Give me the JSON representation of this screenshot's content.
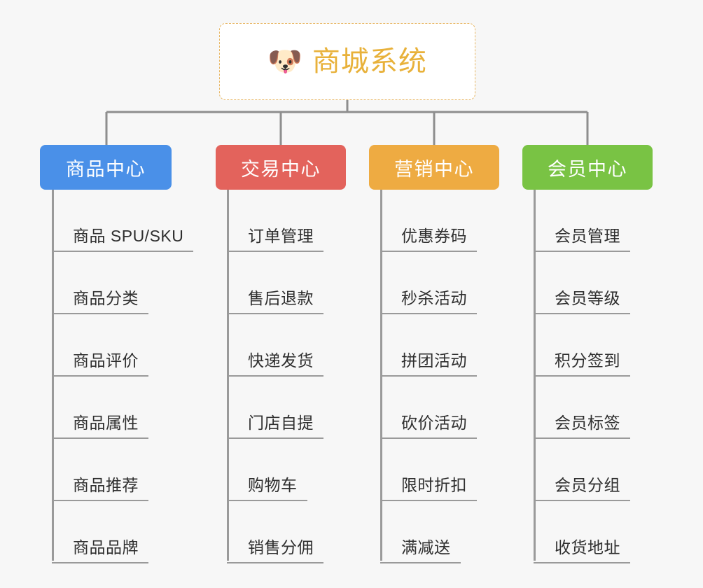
{
  "background_color": "#f7f7f7",
  "root": {
    "icon": "dog-face-emoji",
    "icon_glyph": "🐶",
    "title": "商城系统",
    "title_color": "#e8b13a",
    "border_color": "#e7b663",
    "border_style": "dashed"
  },
  "connector_color": "#8e8e8e",
  "columns": [
    {
      "id": "product-center",
      "label": "商品中心",
      "color": "#4a90e8",
      "items": [
        "商品 SPU/SKU",
        "商品分类",
        "商品评价",
        "商品属性",
        "商品推荐",
        "商品品牌"
      ]
    },
    {
      "id": "trade-center",
      "label": "交易中心",
      "color": "#e3635c",
      "items": [
        "订单管理",
        "售后退款",
        "快递发货",
        "门店自提",
        "购物车",
        "销售分佣"
      ]
    },
    {
      "id": "marketing-center",
      "label": "营销中心",
      "color": "#eeab42",
      "items": [
        "优惠券码",
        "秒杀活动",
        "拼团活动",
        "砍价活动",
        "限时折扣",
        "满减送"
      ]
    },
    {
      "id": "member-center",
      "label": "会员中心",
      "color": "#79c344",
      "items": [
        "会员管理",
        "会员等级",
        "积分签到",
        "会员标签",
        "会员分组",
        "收货地址"
      ]
    }
  ]
}
